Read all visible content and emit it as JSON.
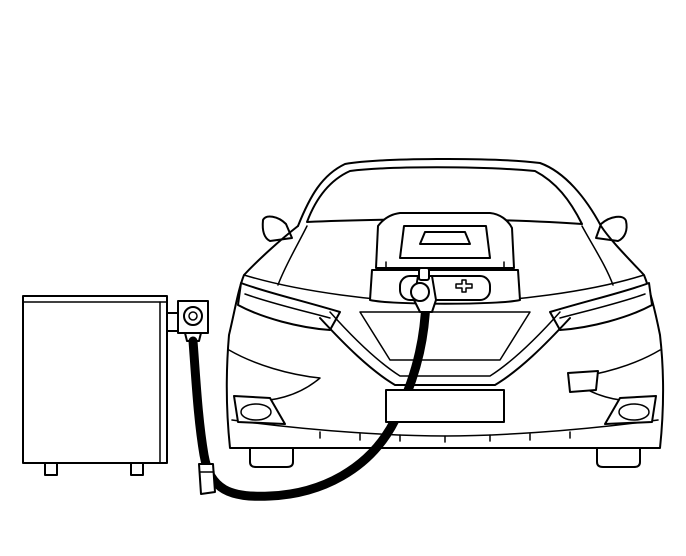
{
  "illustration": {
    "style": "black line art on white background",
    "line_color": "#000000",
    "background_color": "#ffffff",
    "subjects": [
      "charging-station-unit",
      "charging-cable",
      "electric-car-front-view"
    ]
  }
}
